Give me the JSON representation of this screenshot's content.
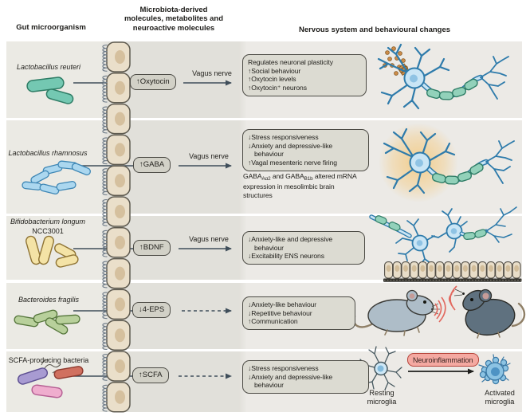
{
  "headers": {
    "col1": "Gut microorganism",
    "col2_lines": [
      "Microbiota-derived",
      "molecules, metabolites and",
      "neuroactive molecules"
    ],
    "col3": "Nervous system and behavioural changes"
  },
  "rows": [
    {
      "organism": "Lactobacillus reuteri",
      "molecule": "↑Oxytocin",
      "pathway": "Vagus nerve",
      "effects": [
        "Regulates neuronal plasticity",
        "↑Social behaviour",
        "↑Oxytocin levels",
        "↑Oxytocin⁺ neurons"
      ]
    },
    {
      "organism": "Lactobacillus rhamnosus",
      "molecule": "↑GABA",
      "pathway": "Vagus nerve",
      "effects": [
        "↓Stress responsiveness",
        "↓Anxiety and depressive-like behaviour",
        "↑Vagal mesenteric nerve firing"
      ],
      "note": {
        "t1": "GABA",
        "sub1": "Aα2",
        "t2": " and GABA",
        "sub2": "B1b",
        "t3": " altered mRNA expression in mesolimbic brain structures"
      }
    },
    {
      "organism": "Bifidobacterium longum",
      "strain": "NCC3001",
      "molecule": "↑BDNF",
      "pathway": "Vagus nerve",
      "effects": [
        "↓Anxiety-like and depressive behaviour",
        "↓Excitability ENS neurons"
      ]
    },
    {
      "organism": "Bacteroides fragilis",
      "molecule": "↓4-EPS",
      "effects": [
        "↓Anxiety-like behaviour",
        "↓Repetitive behaviour",
        "↑Communication"
      ]
    },
    {
      "organism": "SCFA-producing bacteria",
      "molecule": "↑SCFA",
      "effects": [
        "↓Stress responsiveness",
        "↓Anxiety and depressive-like behaviour"
      ],
      "microglia": {
        "resting": "Resting microglia",
        "inflammation": "Neuroinflammation",
        "activated": "Activated microglia"
      }
    }
  ],
  "theme": {
    "band_bg": "#e9e8e2",
    "box_bg": "#dcdbd2",
    "pill_bg": "#d2d1c7",
    "outline": "#4c4b45",
    "arrow": "#3f4e5a",
    "neuron_blue": "#2e7bab",
    "myelin_teal": "#92d1ba",
    "epithelium_tan": "#eadfca",
    "inflammation_pink": "#f4a9a1",
    "inflammation_border": "#b5443a"
  }
}
